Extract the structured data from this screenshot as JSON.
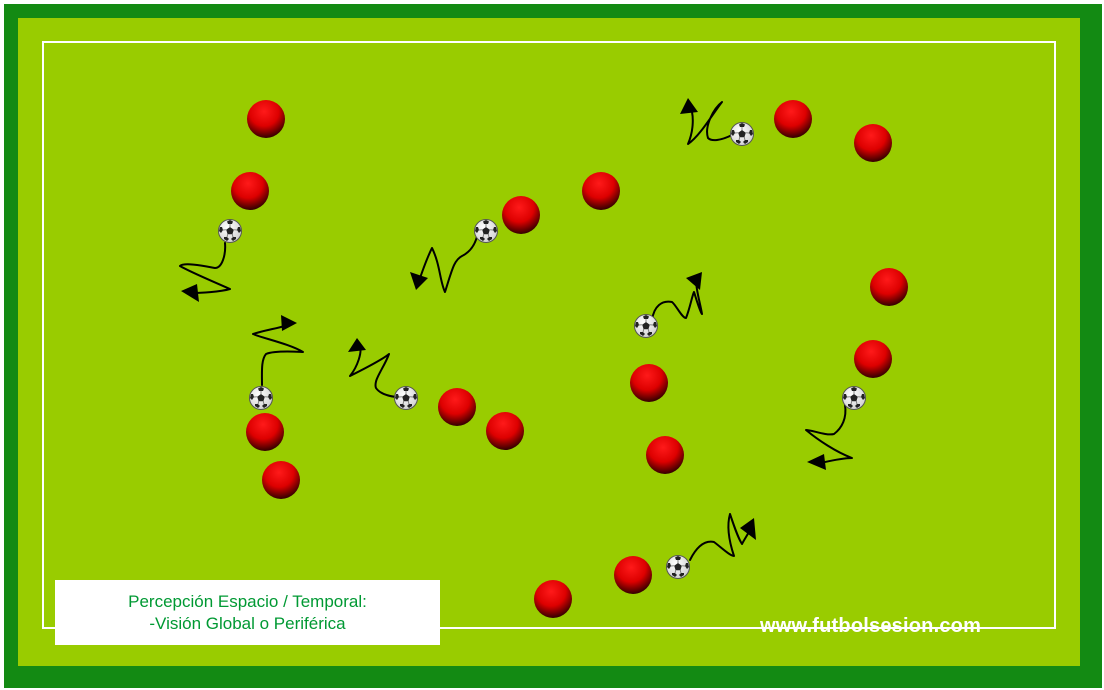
{
  "caption": {
    "line1": "Percepción Espacio / Temporal:",
    "line2": "-Visión Global o Periférica"
  },
  "watermark": "www.futbolsesion.com",
  "colors": {
    "outer_border": "#138a13",
    "field": "#99cc00",
    "field_line": "#ffffff",
    "cone": "#e00000",
    "caption_text": "#009933"
  },
  "icons": {
    "player": "red-ball-icon",
    "ball": "soccer-ball-icon",
    "path": "zigzag-dribble-arrow-icon"
  }
}
